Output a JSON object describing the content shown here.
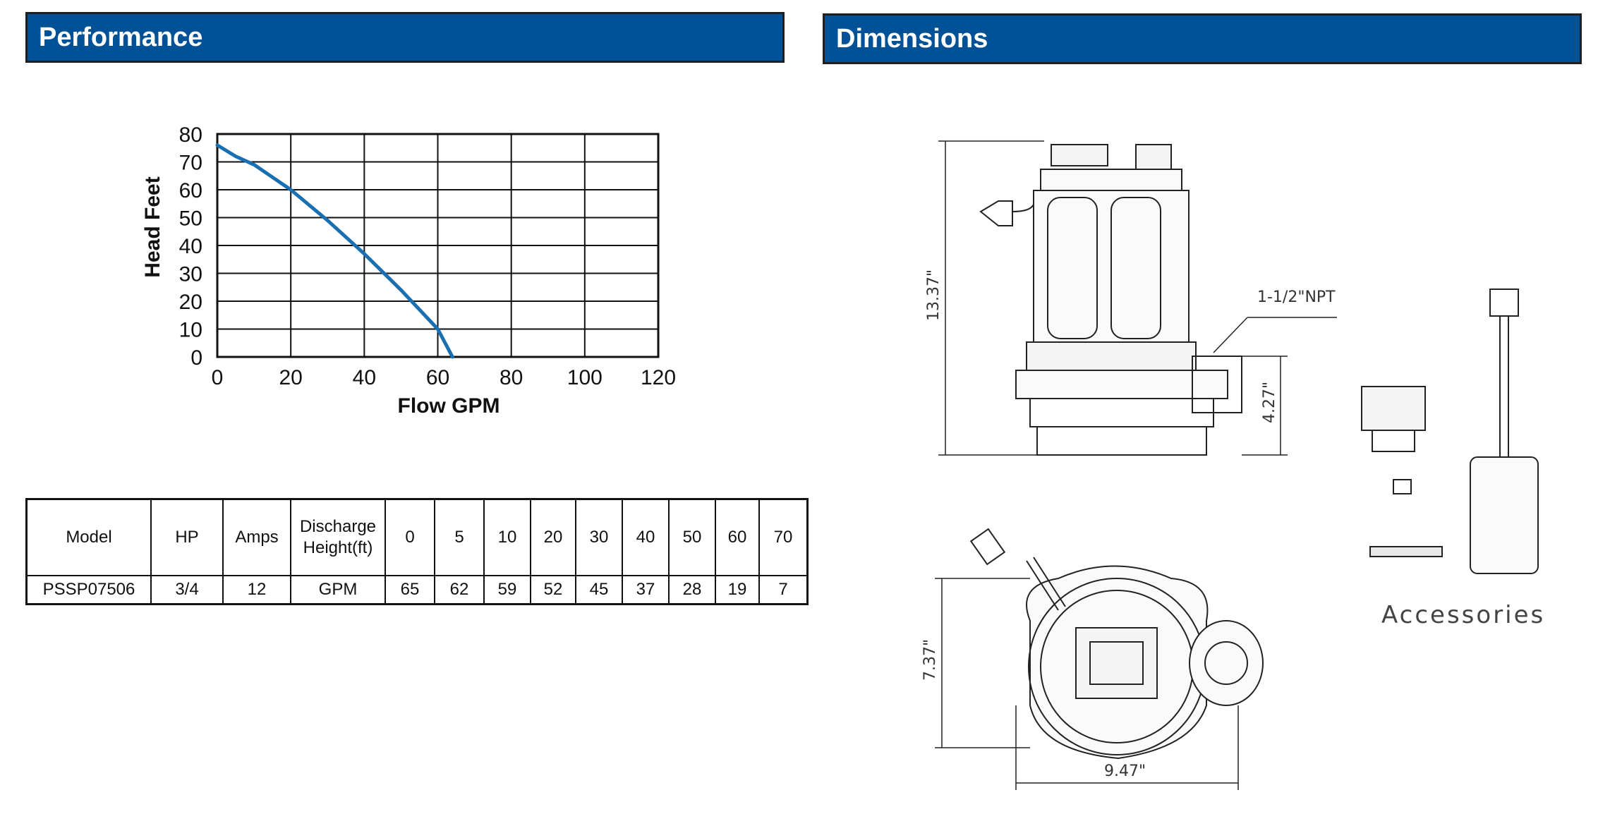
{
  "performance": {
    "title": "Performance"
  },
  "dimensions": {
    "title": "Dimensions",
    "labels": {
      "height_total": "13.37\"",
      "height_discharge": "4.27\"",
      "width_top": "7.37\"",
      "width_bottom": "9.47\"",
      "npt": "1-1/2\"NPT"
    },
    "accessories_label": "Accessories"
  },
  "chart_data": {
    "type": "line",
    "title": "",
    "xlabel": "Flow GPM",
    "ylabel": "Head Feet",
    "xlim": [
      0,
      120
    ],
    "ylim": [
      0,
      80
    ],
    "xticks": [
      0,
      20,
      40,
      60,
      80,
      100,
      120
    ],
    "yticks": [
      0,
      10,
      20,
      30,
      40,
      50,
      60,
      70,
      80
    ],
    "grid": true,
    "line_color": "#1a6fb0",
    "series": [
      {
        "name": "",
        "x": [
          0,
          5,
          10,
          20,
          30,
          40,
          50,
          60,
          64
        ],
        "y": [
          76,
          72,
          69,
          60,
          49,
          37,
          24,
          10,
          0
        ]
      }
    ]
  },
  "table": {
    "header": [
      "Model",
      "HP",
      "Amps",
      "Discharge\nHeight(ft)",
      "0",
      "5",
      "10",
      "20",
      "30",
      "40",
      "50",
      "60",
      "70"
    ],
    "rows": [
      [
        "PSSP07506",
        "3/4",
        "12",
        "GPM",
        "65",
        "62",
        "59",
        "52",
        "45",
        "37",
        "28",
        "19",
        "7"
      ]
    ]
  }
}
